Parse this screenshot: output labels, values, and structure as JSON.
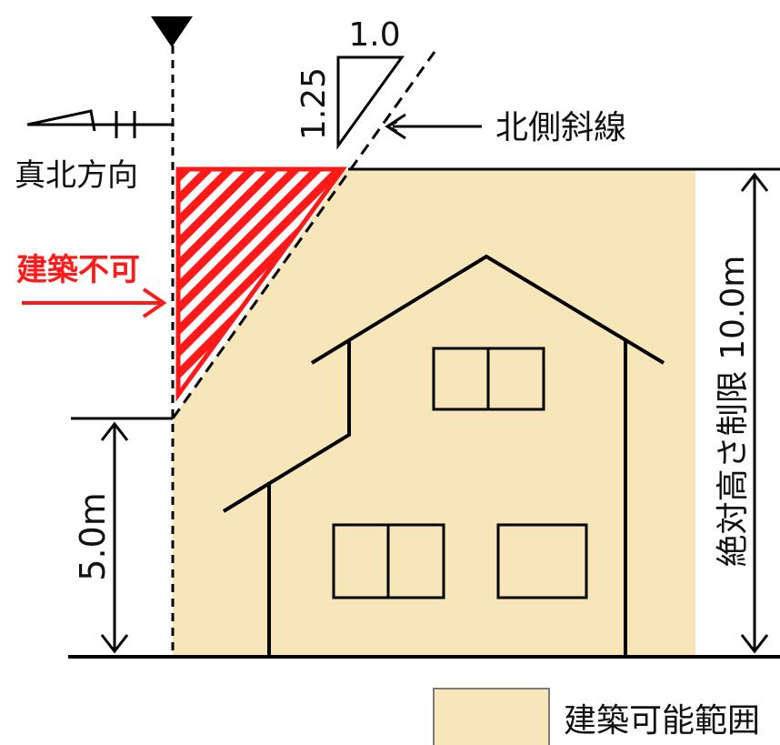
{
  "labels": {
    "true_north": "真北方向",
    "no_build": "建築不可",
    "north_slope": "北側斜線",
    "slope_run": "1.0",
    "slope_rise": "1.25",
    "height_5": "5.0m",
    "abs_height": "絶対高さ制限 10.0m",
    "legend_buildable": "建築可能範囲"
  },
  "colors": {
    "buildable_fill": "#f7e6ba",
    "no_build_red": "#ff1a1a",
    "line": "#000000"
  },
  "icons": {
    "north_marker": "down-triangle-marker",
    "north_arrow": "north-arrow-symbol"
  }
}
